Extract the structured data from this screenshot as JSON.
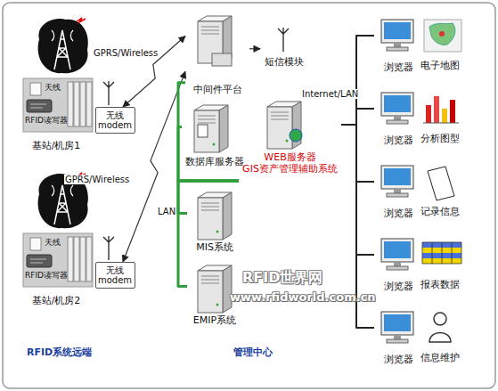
{
  "diagram": {
    "nodes": [
      {
        "text": [
          "基站/机房1"
        ]
      },
      {
        "text": [
          "无线 modem"
        ]
      },
      {
        "text": [
          "基站/机房2"
        ]
      },
      {
        "text": [
          "无线 modem"
        ]
      },
      {
        "text": [
          "中间件平台"
        ]
      },
      {
        "text": [
          "短信模块"
        ]
      },
      {
        "text": [
          "数据库服务器"
        ]
      },
      {
        "text": [
          "WEB服务器",
          "GIS资产管理辅助系统"
        ]
      },
      {
        "text": [
          "MIS系统"
        ]
      },
      {
        "text": [
          "EMIP系统"
        ]
      },
      {
        "text": [
          "浏览器"
        ]
      },
      {
        "text": [
          "浏览器"
        ]
      },
      {
        "text": [
          "浏览器"
        ]
      },
      {
        "text": [
          "浏览器"
        ]
      },
      {
        "text": [
          "浏览器"
        ]
      }
    ],
    "edges": [
      {
        "from": 1,
        "to": 4,
        "arrow": "both",
        "label": "GPRS/Wireless"
      },
      {
        "from": 3,
        "to": 4,
        "arrow": "both",
        "label": "GPRS/Wireless"
      },
      {
        "from": 4,
        "to": 5,
        "arrow": "to"
      },
      {
        "from": 4,
        "to": 7,
        "arrow": "none"
      },
      {
        "from": 6,
        "to": 7,
        "arrow": "none"
      },
      {
        "from": 8,
        "to": 7,
        "arrow": "none",
        "label": "LAN"
      },
      {
        "from": 9,
        "to": 7,
        "arrow": "none"
      },
      {
        "from": 7,
        "to": 10,
        "arrow": "none",
        "label": "Internet/LAN"
      },
      {
        "from": 7,
        "to": 11,
        "arrow": "none"
      },
      {
        "from": 7,
        "to": 12,
        "arrow": "none"
      },
      {
        "from": 7,
        "to": 13,
        "arrow": "none"
      },
      {
        "from": 7,
        "to": 14,
        "arrow": "none"
      }
    ],
    "labels": [
      "天线",
      "RFID读写器",
      "天线",
      "RFID读写器",
      "电子地图",
      "分析图型",
      "记录信息",
      "报表数据",
      "信息维护",
      "RFID系统远端",
      "管理中心",
      "RFID世界网",
      "www.rfidworld.com.cn"
    ]
  }
}
